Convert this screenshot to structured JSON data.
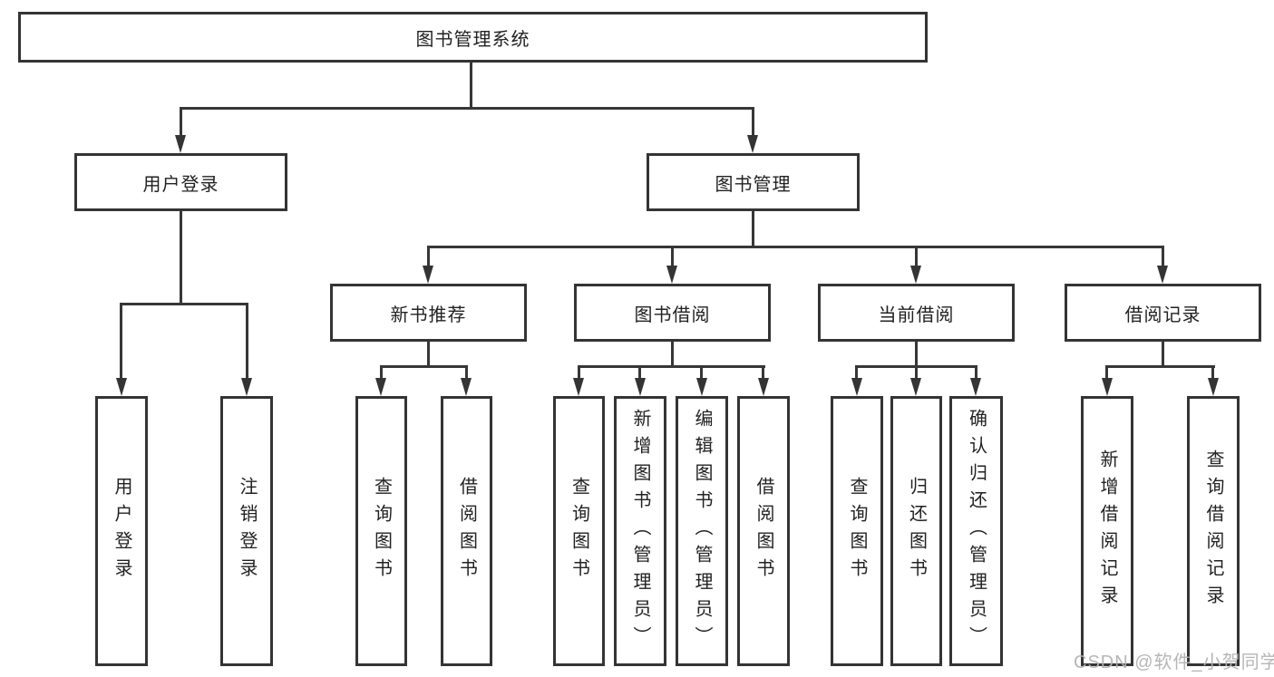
{
  "tree": {
    "root": {
      "label": "图书管理系统",
      "children": [
        {
          "label": "用户登录",
          "children": [
            {
              "label": "用户登录"
            },
            {
              "label": "注销登录"
            }
          ]
        },
        {
          "label": "图书管理",
          "children": [
            {
              "label": "新书推荐",
              "children": [
                {
                  "label": "查询图书"
                },
                {
                  "label": "借阅图书"
                }
              ]
            },
            {
              "label": "图书借阅",
              "children": [
                {
                  "label": "查询图书"
                },
                {
                  "label": "新增图书（管理员）"
                },
                {
                  "label": "编辑图书（管理员）"
                },
                {
                  "label": "借阅图书"
                }
              ]
            },
            {
              "label": "当前借阅",
              "children": [
                {
                  "label": "查询图书"
                },
                {
                  "label": "归还图书"
                },
                {
                  "label": "确认归还（管理员）"
                }
              ]
            },
            {
              "label": "借阅记录",
              "children": [
                {
                  "label": "新增借阅记录"
                },
                {
                  "label": "查询借阅记录"
                }
              ]
            }
          ]
        }
      ]
    },
    "colors": {
      "line": "#373737",
      "border": "#343434",
      "text": "#222222",
      "background": "#ffffff",
      "watermark_gray": "#b2b2b2"
    }
  },
  "watermark": {
    "text": "CSDN @软件_小贺同学"
  }
}
